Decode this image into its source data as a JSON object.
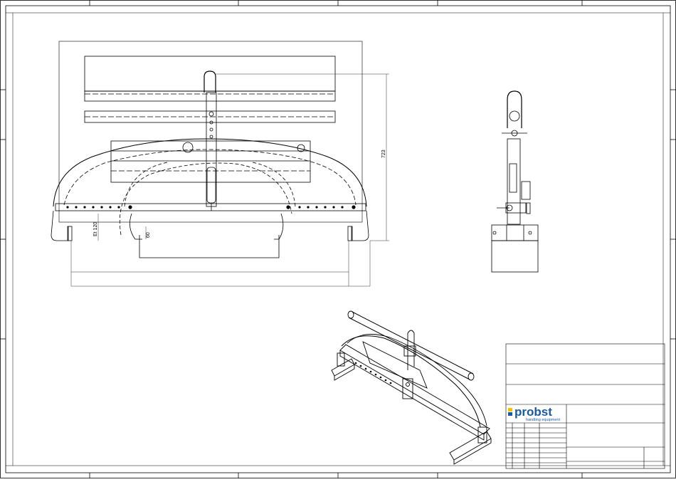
{
  "drawing": {
    "dimensions": {
      "height_label": "723",
      "pitch_label": "Et 120",
      "offset_label": "60"
    }
  },
  "title_block": {
    "logo_text": "probst",
    "logo_tagline": "handling equipment",
    "colors": {
      "logo_blue": "#1a5aa0",
      "logo_yellow": "#f2c200"
    }
  },
  "colors": {
    "line": "#000000",
    "dim_line": "#333333",
    "hidden_line": "#444444"
  }
}
